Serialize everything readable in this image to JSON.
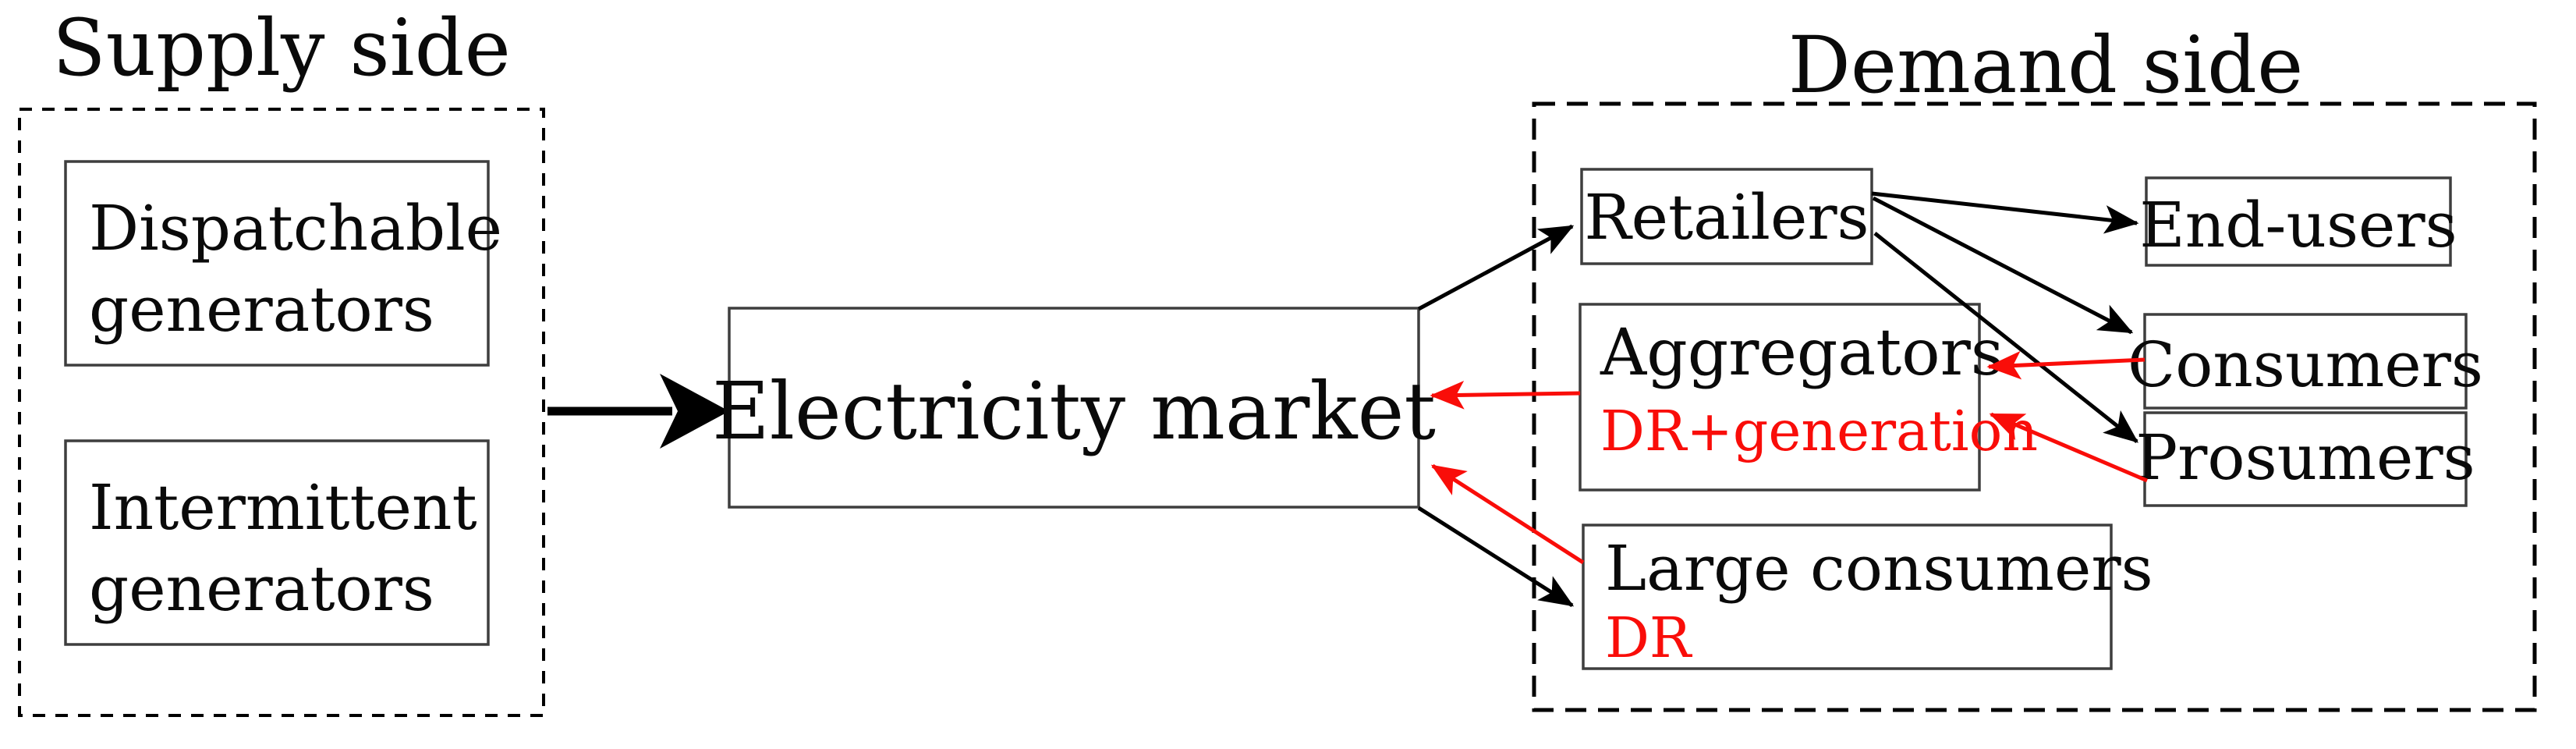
{
  "titles": {
    "supply": "Supply side",
    "demand": "Demand side"
  },
  "nodes": {
    "dispatchable": {
      "line1": "Dispatchable",
      "line2": "generators"
    },
    "intermittent": {
      "line1": "Intermittent",
      "line2": "generators"
    },
    "market": {
      "label": "Electricity market"
    },
    "retailers": {
      "label": "Retailers"
    },
    "end_users": {
      "label": "End-users"
    },
    "aggregators": {
      "label": "Aggregators",
      "sublabel": "DR+generation"
    },
    "consumers": {
      "label": "Consumers"
    },
    "prosumers": {
      "label": "Prosumers"
    },
    "large_consumers": {
      "label": "Large consumers",
      "sublabel": "DR"
    }
  },
  "colors": {
    "highlight_red": "#f90d09",
    "line_black": "#000000",
    "box_border": "#3e3e3e",
    "background": "#ffffff"
  },
  "edges": [
    {
      "from": "supply side",
      "to": "electricity market",
      "color": "black",
      "style": "thick"
    },
    {
      "from": "electricity market",
      "to": "retailers",
      "color": "black"
    },
    {
      "from": "retailers",
      "to": "end-users",
      "color": "black"
    },
    {
      "from": "retailers",
      "to": "consumers",
      "color": "black"
    },
    {
      "from": "retailers",
      "to": "prosumers",
      "color": "black"
    },
    {
      "from": "electricity market",
      "to": "large consumers",
      "color": "black"
    },
    {
      "from": "aggregators",
      "to": "electricity market",
      "color": "red"
    },
    {
      "from": "consumers",
      "to": "aggregators",
      "color": "red"
    },
    {
      "from": "prosumers",
      "to": "aggregators",
      "color": "red"
    },
    {
      "from": "large consumers",
      "to": "electricity market",
      "color": "red"
    }
  ]
}
